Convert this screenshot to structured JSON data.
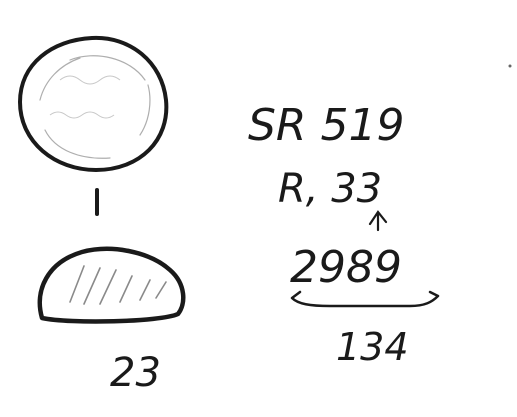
{
  "sketch": {
    "ink_color": "#1a1a1a",
    "shade_color": "#9a9a9a",
    "paper_color": "#ffffff",
    "texts": {
      "small_shape_value": "23",
      "line1": "SR 519",
      "line2": "R, 33",
      "line3": "2989",
      "line4": "134"
    }
  }
}
